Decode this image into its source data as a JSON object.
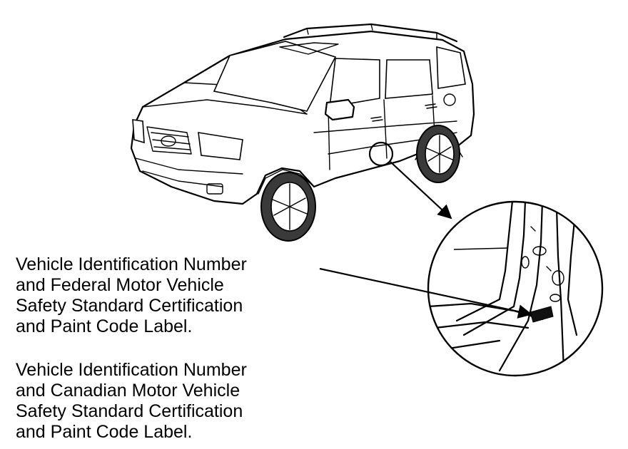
{
  "labels": {
    "us": {
      "lines": [
        "Vehicle Identification Number",
        "and Federal Motor Vehicle",
        "Safety Standard Certification",
        "and Paint Code Label."
      ]
    },
    "canada": {
      "lines": [
        "Vehicle Identification Number",
        "and Canadian Motor Vehicle",
        "Safety Standard Certification",
        "and Paint Code Label."
      ]
    }
  }
}
